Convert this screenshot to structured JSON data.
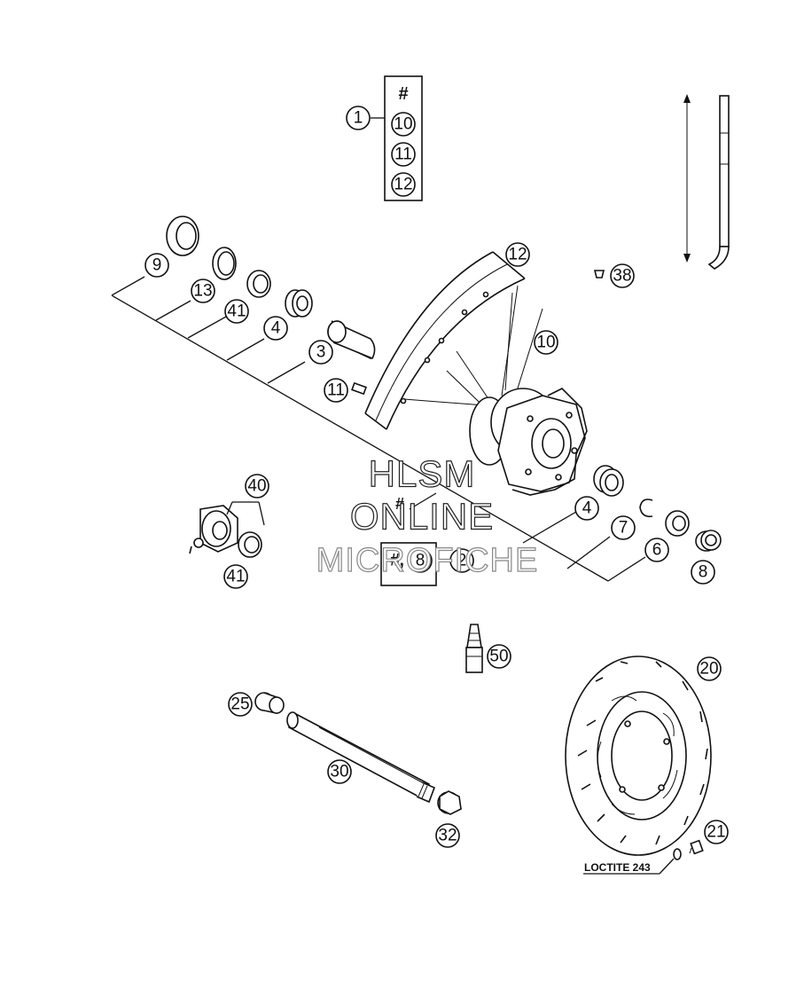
{
  "kit_box": {
    "header": "#",
    "items": [
      "10",
      "11",
      "12"
    ],
    "kit_number": "1"
  },
  "callouts": {
    "c1": "1",
    "c12": "12",
    "c10": "10",
    "c38": "38",
    "c9": "9",
    "c13": "13",
    "c41a": "41",
    "c4a": "4",
    "c3": "3",
    "c11": "11",
    "c40": "40",
    "c41b": "41",
    "c4b": "4",
    "c7": "7",
    "c6": "6",
    "c8": "8",
    "c2": "2",
    "c50": "50",
    "c20": "20",
    "c25": "25",
    "c30": "30",
    "c32": "32",
    "c21": "21"
  },
  "hub_label": "#",
  "box2": {
    "prefix": "#,",
    "item": "8"
  },
  "loctite_label": "LOCTITE 243",
  "watermark": {
    "line1": "HLSM",
    "line2": "ONLINE",
    "line3": "MICROFICHE"
  }
}
